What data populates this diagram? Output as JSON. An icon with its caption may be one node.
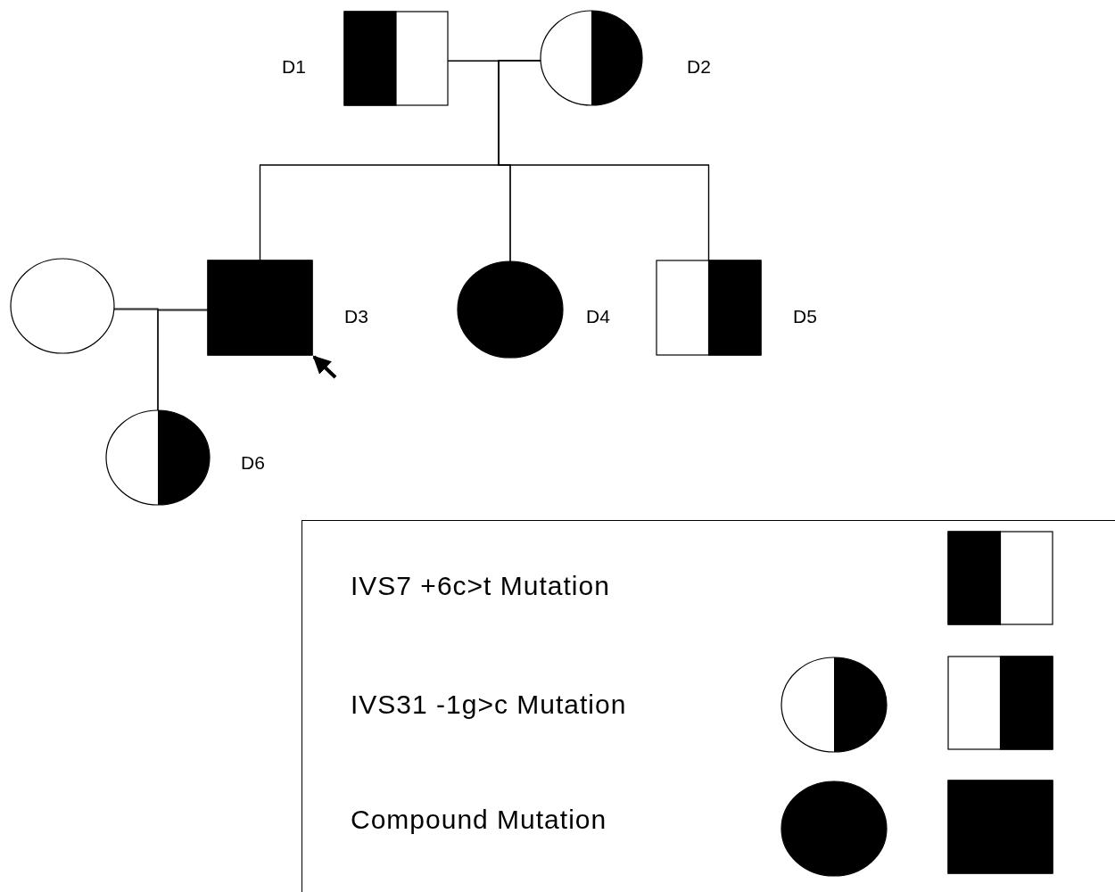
{
  "diagram": {
    "nodes": [
      {
        "text": [],
        "shape": "box",
        "beside": [
          "D1"
        ]
      },
      {
        "text": [],
        "shape": "circle",
        "beside": [
          "D2"
        ]
      },
      {
        "text": [],
        "shape": "circle"
      },
      {
        "text": [],
        "shape": "box",
        "beside": [
          "D3"
        ]
      },
      {
        "text": [],
        "shape": "circle",
        "beside": [
          "D4"
        ]
      },
      {
        "text": [],
        "shape": "box",
        "beside": [
          "D5"
        ]
      },
      {
        "text": [],
        "shape": "circle",
        "beside": [
          "D6"
        ]
      }
    ],
    "edges": [
      {
        "from": 0,
        "to": 1,
        "arrow": "none"
      },
      {
        "from": 0,
        "to": 3,
        "arrow": "none"
      },
      {
        "from": 0,
        "to": 4,
        "arrow": "none"
      },
      {
        "from": 0,
        "to": 5,
        "arrow": "none"
      },
      {
        "from": 1,
        "to": 3,
        "arrow": "none"
      },
      {
        "from": 1,
        "to": 4,
        "arrow": "none"
      },
      {
        "from": 1,
        "to": 5,
        "arrow": "none"
      },
      {
        "from": 2,
        "to": 3,
        "arrow": "none"
      },
      {
        "from": 2,
        "to": 6,
        "arrow": "none"
      },
      {
        "from": 3,
        "to": 6,
        "arrow": "none"
      },
      {
        "from": null,
        "to": 3,
        "arrow": "to",
        "style": "thick"
      }
    ],
    "legend": [
      {
        "text": "IVS7 +6c>t Mutation"
      },
      {
        "text": "IVS31 -1g>c Mutation"
      },
      {
        "text": "Compound Mutation"
      }
    ]
  }
}
